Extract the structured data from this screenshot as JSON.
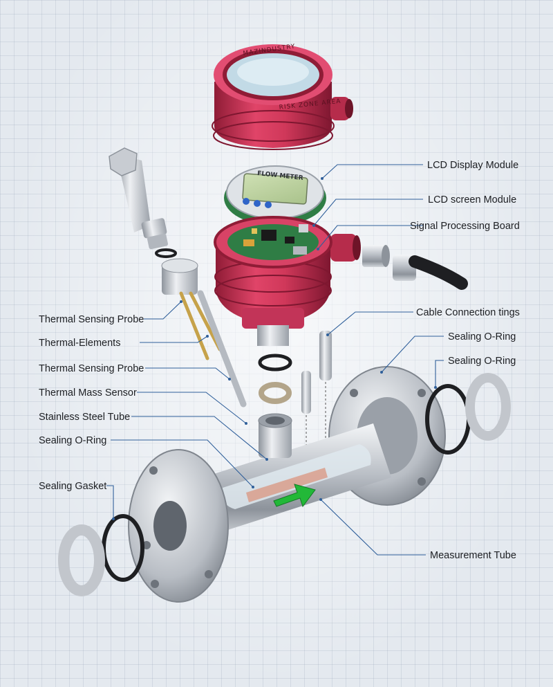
{
  "colors": {
    "housing": "#d0385a",
    "housing_dark": "#8f1c36",
    "pcb": "#2f7d45",
    "steel": "#c4c8ce",
    "leader": "#2f5f9a",
    "flow_arrow": "#22b838"
  },
  "device": {
    "display_text": "FLOW METER",
    "housing_marking": "MAZINDUSTRY",
    "housing_text_1": "MAZINDUSTRY",
    "housing_text_2": "RISK ZONE AREA"
  },
  "labels": [
    {
      "id": "lcd-display-module",
      "text": "LCD Display Module"
    },
    {
      "id": "lcd-screen-module",
      "text": "LCD screen Module"
    },
    {
      "id": "signal-processing-board",
      "text": "Signal Processing Board"
    },
    {
      "id": "cable-connection-fittings",
      "text": "Cable Connection tings"
    },
    {
      "id": "sealing-o-ring-right-1",
      "text": "Sealing O-Ring"
    },
    {
      "id": "sealing-o-ring-right-2",
      "text": "Sealing O-Ring"
    },
    {
      "id": "thermal-sensing-probe-1",
      "text": "Thermal Sensing Probe"
    },
    {
      "id": "thermal-elements",
      "text": "Thermal-Elements"
    },
    {
      "id": "thermal-sensing-probe-2",
      "text": "Thermal Sensing Probe"
    },
    {
      "id": "thermal-mass-sensor",
      "text": "Thermal Mass Sensor"
    },
    {
      "id": "stainless-steel-tube",
      "text": "Stainless Steel Tube"
    },
    {
      "id": "sealing-o-ring-left",
      "text": "Sealing O-Ring"
    },
    {
      "id": "sealing-gasket",
      "text": "Sealing Gasket"
    },
    {
      "id": "measurement-tube",
      "text": "Measurement Tube"
    }
  ]
}
